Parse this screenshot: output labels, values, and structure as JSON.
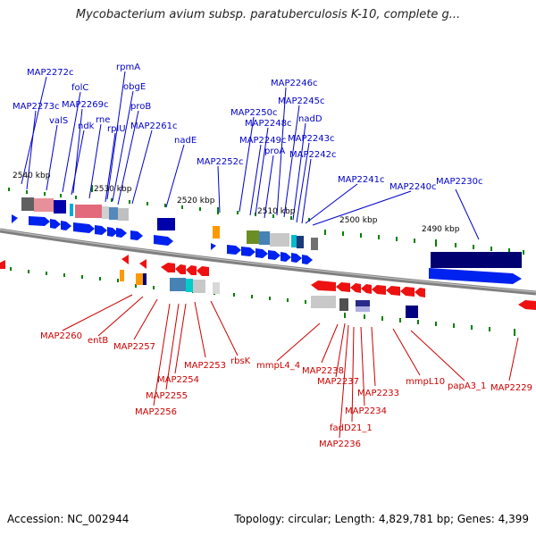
{
  "title": "Mycobacterium avium subsp. paratuberculosis K-10, complete g...",
  "footer": {
    "accession": "Accession: NC_002944",
    "topology": "Topology: circular; Length: 4,829,781 bp; Genes: 4,399"
  },
  "colors": {
    "forward": "#0000cc",
    "reverse": "#cc0000",
    "forward_gene": "#0022ee",
    "reverse_gene": "#ee1111",
    "backbone": "#808080",
    "tick": "#008000"
  },
  "scale_labels": [
    "2540 kbp",
    "2530 kbp",
    "2520 kbp",
    "2510 kbp",
    "2500 kbp",
    "2490 kbp"
  ],
  "forward_genes": [
    "MAP2272c",
    "rpmA",
    "MAP2273c",
    "folC",
    "obgE",
    "MAP2269c",
    "valS",
    "ndk",
    "rne",
    "proB",
    "rplU",
    "MAP2261c",
    "nadE",
    "MAP2246c",
    "MAP2245c",
    "MAP2250c",
    "MAP2248c",
    "nadD",
    "MAP2249c",
    "MAP2243c",
    "proA",
    "MAP2252c",
    "MAP2242c",
    "MAP2241c",
    "MAP2240c",
    "MAP2230c"
  ],
  "reverse_genes": [
    "MAP2260",
    "entB",
    "MAP2257",
    "MAP2253",
    "rbsK",
    "MAP2254",
    "MAP2255",
    "MAP2256",
    "mmpL4_4",
    "MAP2238",
    "MAP2237",
    "MAP2233",
    "mmpL10",
    "papA3_1",
    "MAP2229",
    "MAP2234",
    "fadD21_1",
    "MAP2236"
  ]
}
